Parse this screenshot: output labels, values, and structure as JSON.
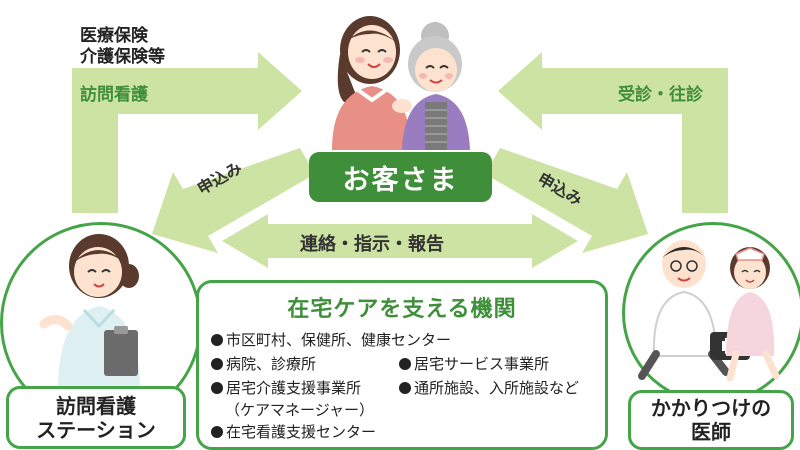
{
  "labels": {
    "insurance_line1": "医療保険",
    "insurance_line2": "介護保険等",
    "visit_nursing": "訪問看護",
    "consult_visit": "受診・往診",
    "apply_left": "申込み",
    "apply_right": "申込み",
    "liaison": "連絡・指示・報告"
  },
  "customer": {
    "label": "お客さま"
  },
  "station": {
    "line1": "訪問看護",
    "line2": "ステーション"
  },
  "doctor": {
    "line1": "かかりつけの",
    "line2": "医師"
  },
  "care": {
    "title": "在宅ケアを支える機関",
    "items": [
      "市区町村、保健所、健康センター",
      "病院、診療所",
      "居宅介護支援事業所",
      "（ケアマネージャー）",
      "在宅看護支援センター",
      "居宅サービス事業所",
      "通所施設、入所施設など"
    ]
  },
  "colors": {
    "arrow": "#cde3a3",
    "accent": "#3f8f3a",
    "border": "#44a447"
  }
}
